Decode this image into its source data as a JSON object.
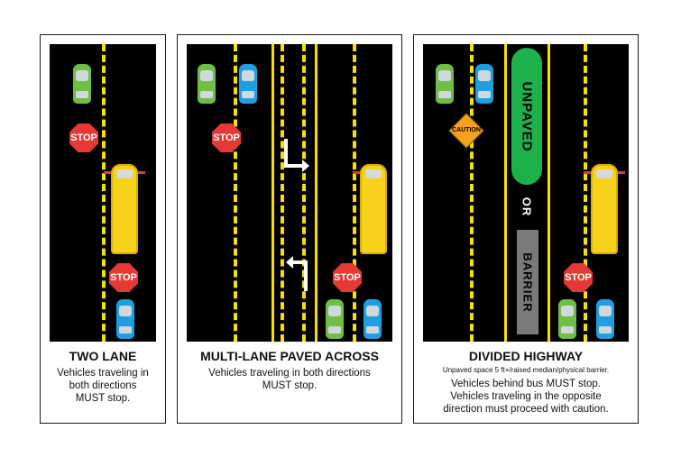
{
  "panels": {
    "two_lane": {
      "title": "TWO LANE",
      "desc_lines": [
        "Vehicles traveling in",
        "both directions",
        "MUST stop."
      ],
      "stop1": "STOP",
      "stop2": "STOP"
    },
    "multi_lane": {
      "title": "MULTI-LANE PAVED ACROSS",
      "desc_lines": [
        "Vehicles traveling in both directions",
        "MUST stop."
      ],
      "stop1": "STOP",
      "stop2": "STOP"
    },
    "divided": {
      "title": "DIVIDED HIGHWAY",
      "subtitle": "Unpaved space 5 ft+/raised median/physical barrier.",
      "desc_lines": [
        "Vehicles behind bus MUST stop.",
        "Vehicles traveling in the opposite",
        "direction must proceed with caution."
      ],
      "caution": "CAUTION",
      "unpaved": "UNPAVED",
      "or": "OR",
      "barrier": "BARRIER",
      "stop": "STOP"
    }
  },
  "colors": {
    "road": "#000000",
    "lane_yellow": "#f5e100",
    "stop_red": "#e53935",
    "bus_yellow": "#f6d21b",
    "car_green": "#6fbf45",
    "car_blue": "#1e9fe0",
    "median_green": "#1db14b",
    "barrier_gray": "#7a7a7a",
    "caution_orange": "#f7a21b"
  }
}
